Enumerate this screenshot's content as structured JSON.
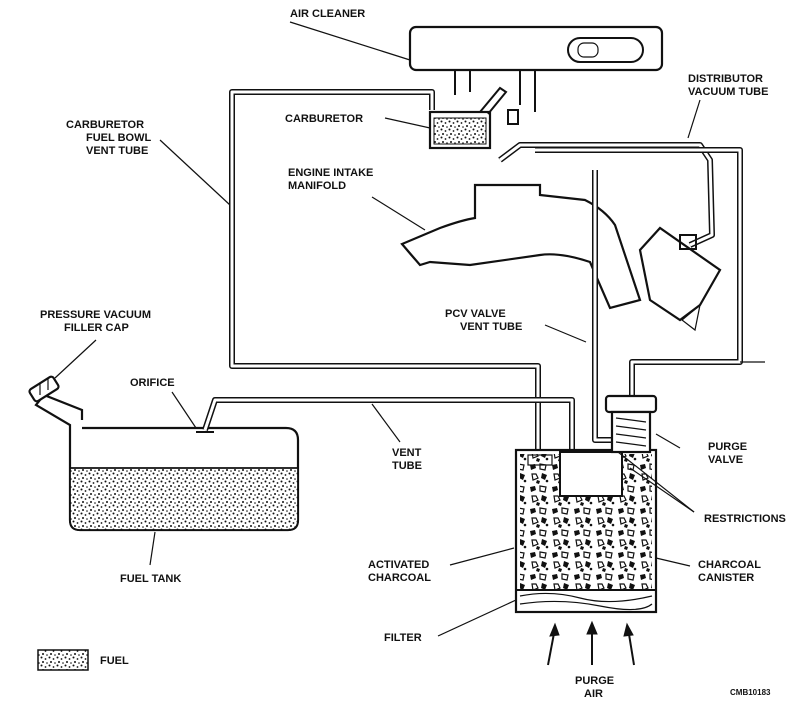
{
  "labels": {
    "air_cleaner": "AIR CLEANER",
    "distributor_vacuum_tube_1": "DISTRIBUTOR",
    "distributor_vacuum_tube_2": "VACUUM TUBE",
    "carb_vent_1": "CARBURETOR",
    "carb_vent_2": "FUEL BOWL",
    "carb_vent_3": "VENT TUBE",
    "carburetor": "CARBURETOR",
    "intake_1": "ENGINE INTAKE",
    "intake_2": "MANIFOLD",
    "filler_cap_1": "PRESSURE VACUUM",
    "filler_cap_2": "FILLER CAP",
    "pcv_1": "PCV VALVE",
    "pcv_2": "VENT TUBE",
    "orifice": "ORIFICE",
    "vent_tube_1": "VENT",
    "vent_tube_2": "TUBE",
    "purge_valve_1": "PURGE",
    "purge_valve_2": "VALVE",
    "restrictions": "RESTRICTIONS",
    "activated_charcoal_1": "ACTIVATED",
    "activated_charcoal_2": "CHARCOAL",
    "charcoal_canister_1": "CHARCOAL",
    "charcoal_canister_2": "CANISTER",
    "fuel_tank": "FUEL TANK",
    "filter": "FILTER",
    "purge_air_1": "PURGE",
    "purge_air_2": "AIR",
    "legend_fuel": "FUEL",
    "figure_code": "CMB10183"
  }
}
